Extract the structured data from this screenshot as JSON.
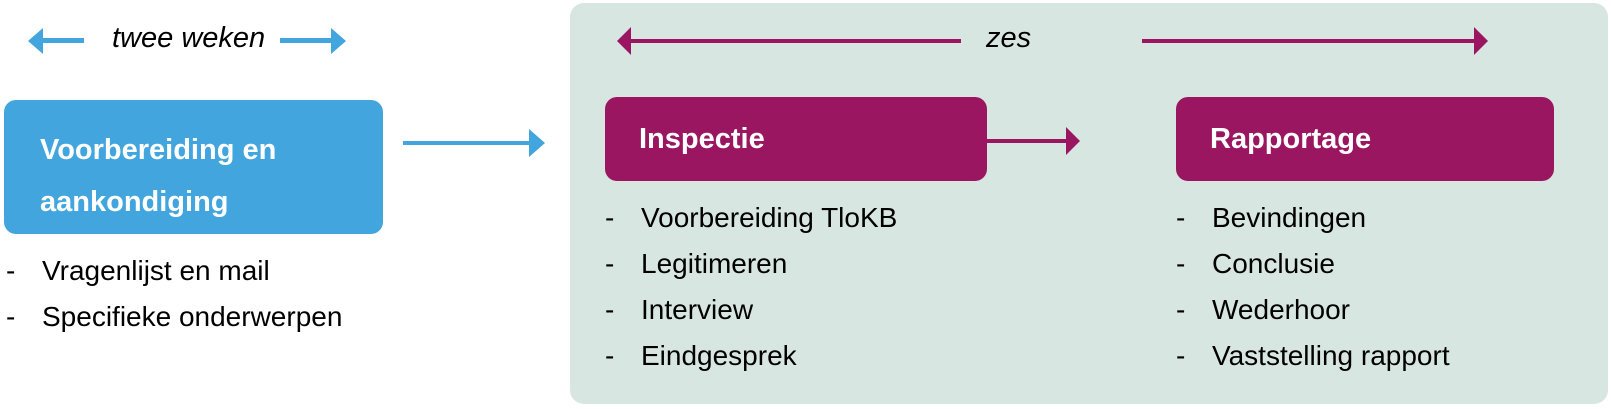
{
  "colors": {
    "blue": "#42A5DD",
    "purple": "#9B1660",
    "panel_bg": "#D8E6E2",
    "text": "#000000"
  },
  "phase1": {
    "duration_label": "twee weken",
    "title_line1": "Voorbereiding en",
    "title_line2": "aankondiging",
    "items": [
      {
        "dash": "-",
        "text": "Vragenlijst en mail"
      },
      {
        "dash": "-",
        "text": "Specifieke onderwerpen"
      }
    ]
  },
  "panel": {
    "duration_label": "zes"
  },
  "phase2": {
    "title": "Inspectie",
    "items": [
      {
        "dash": "-",
        "text": "Voorbereiding TloKB"
      },
      {
        "dash": "-",
        "text": "Legitimeren"
      },
      {
        "dash": "-",
        "text": "Interview"
      },
      {
        "dash": "-",
        "text": "Eindgesprek"
      }
    ]
  },
  "phase3": {
    "title": "Rapportage",
    "items": [
      {
        "dash": "-",
        "text": "Bevindingen"
      },
      {
        "dash": "-",
        "text": "Conclusie"
      },
      {
        "dash": "-",
        "text": "Wederhoor"
      },
      {
        "dash": "-",
        "text": "Vaststelling rapport"
      }
    ]
  }
}
